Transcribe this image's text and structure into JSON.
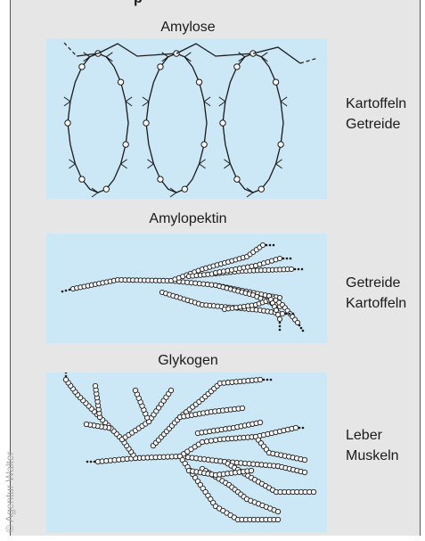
{
  "header_word": "p",
  "source": "© Agentur Walter",
  "sections": [
    {
      "title": "Amylose",
      "sources": [
        "Kartoffeln",
        "Getreide"
      ]
    },
    {
      "title": "Amylopektin",
      "sources": [
        "Getreide",
        "Kartoffeln"
      ]
    },
    {
      "title": "Glykogen",
      "sources": [
        "Leber",
        "Muskeln"
      ]
    }
  ],
  "colors": {
    "panel": "#e6e6e6",
    "box": "#cce7f5",
    "line": "#1a1a1a"
  }
}
